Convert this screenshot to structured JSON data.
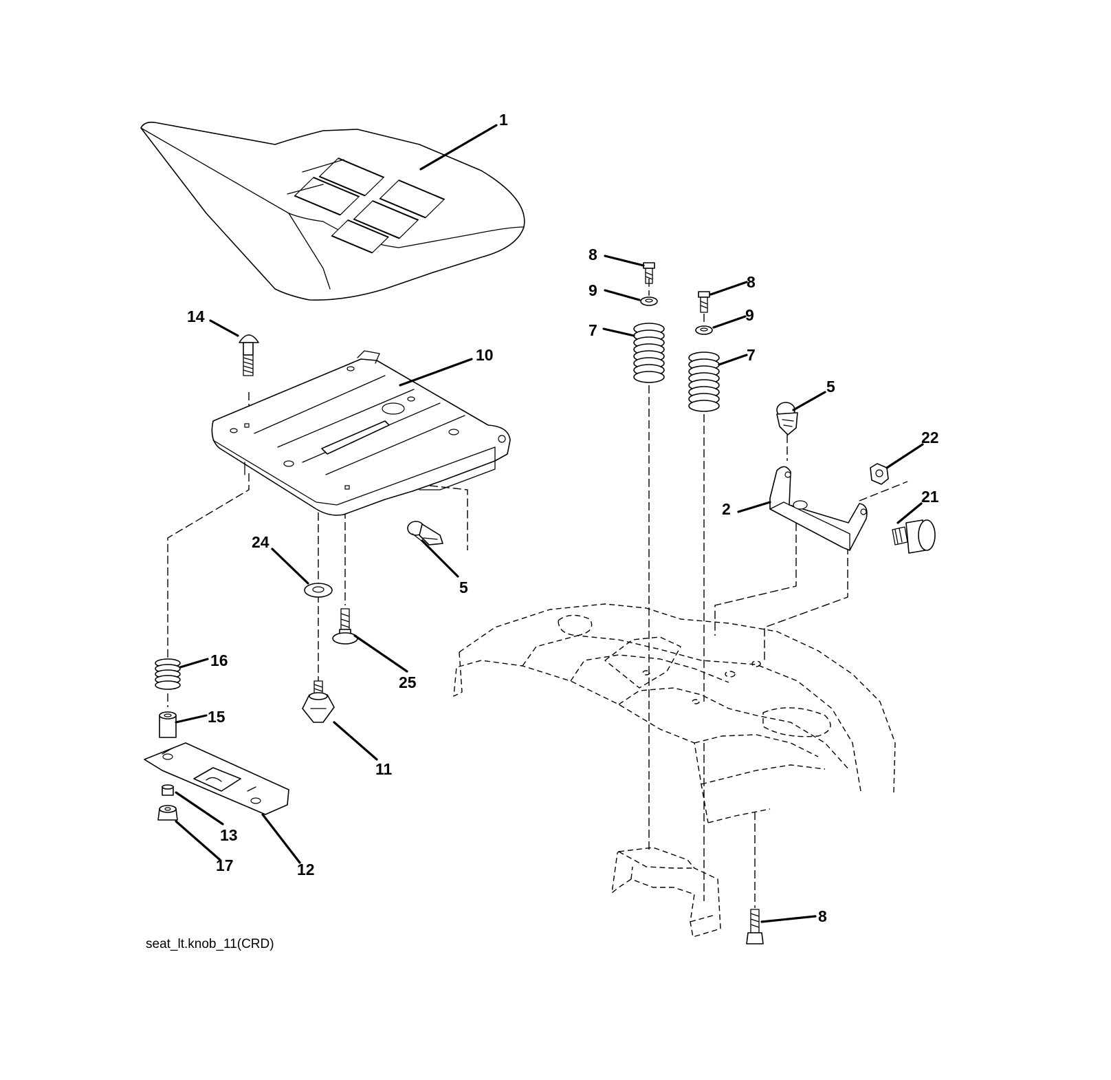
{
  "diagram": {
    "caption": "seat_lt.knob_11(CRD)",
    "callouts": [
      {
        "id": "c1",
        "label": "1"
      },
      {
        "id": "c14",
        "label": "14"
      },
      {
        "id": "c10",
        "label": "10"
      },
      {
        "id": "c24",
        "label": "24"
      },
      {
        "id": "c5a",
        "label": "5"
      },
      {
        "id": "c25",
        "label": "25"
      },
      {
        "id": "c16",
        "label": "16"
      },
      {
        "id": "c15",
        "label": "15"
      },
      {
        "id": "c11",
        "label": "11"
      },
      {
        "id": "c13",
        "label": "13"
      },
      {
        "id": "c17",
        "label": "17"
      },
      {
        "id": "c12",
        "label": "12"
      },
      {
        "id": "c8a",
        "label": "8"
      },
      {
        "id": "c9a",
        "label": "9"
      },
      {
        "id": "c7a",
        "label": "7"
      },
      {
        "id": "c8b",
        "label": "8"
      },
      {
        "id": "c9b",
        "label": "9"
      },
      {
        "id": "c7b",
        "label": "7"
      },
      {
        "id": "c5b",
        "label": "5"
      },
      {
        "id": "c22",
        "label": "22"
      },
      {
        "id": "c2",
        "label": "2"
      },
      {
        "id": "c21",
        "label": "21"
      },
      {
        "id": "c8c",
        "label": "8"
      }
    ]
  }
}
